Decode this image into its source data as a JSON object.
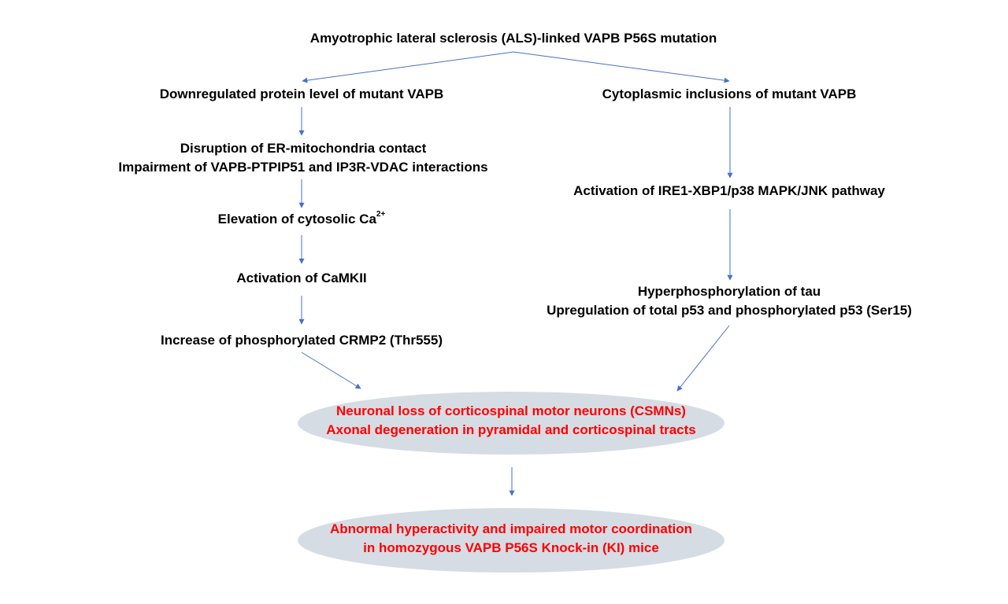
{
  "root": {
    "text": "Amyotrophic lateral sclerosis (ALS)-linked VAPB P56S mutation"
  },
  "left": {
    "step1": "Downregulated protein level of mutant VAPB",
    "step2_line1": "Disruption of ER-mitochondria contact",
    "step2_line2": "Impairment of VAPB-PTPIP51 and IP3R-VDAC interactions",
    "step3_text": "Elevation of cytosolic Ca",
    "step3_sup": "2+",
    "step4": "Activation of CaMKII",
    "step5": "Increase of phosphorylated CRMP2 (Thr555)"
  },
  "right": {
    "step1": "Cytoplasmic inclusions of mutant VAPB",
    "step2": "Activation of IRE1-XBP1/p38 MAPK/JNK pathway",
    "step3_line1": "Hyperphosphorylation of tau",
    "step3_line2": "Upregulation of total p53 and phosphorylated p53 (Ser15)"
  },
  "outcome1": {
    "line1": "Neuronal loss of corticospinal motor neurons (CSMNs)",
    "line2": "Axonal degeneration in pyramidal and corticospinal tracts"
  },
  "outcome2": {
    "line1": "Abnormal hyperactivity and impaired motor coordination",
    "line2": "in homozygous VAPB P56S Knock-in (KI) mice"
  },
  "colors": {
    "arrow": "#4472c4",
    "outcome_text": "#ff0000",
    "ellipse_fill": "#d6dce4"
  }
}
